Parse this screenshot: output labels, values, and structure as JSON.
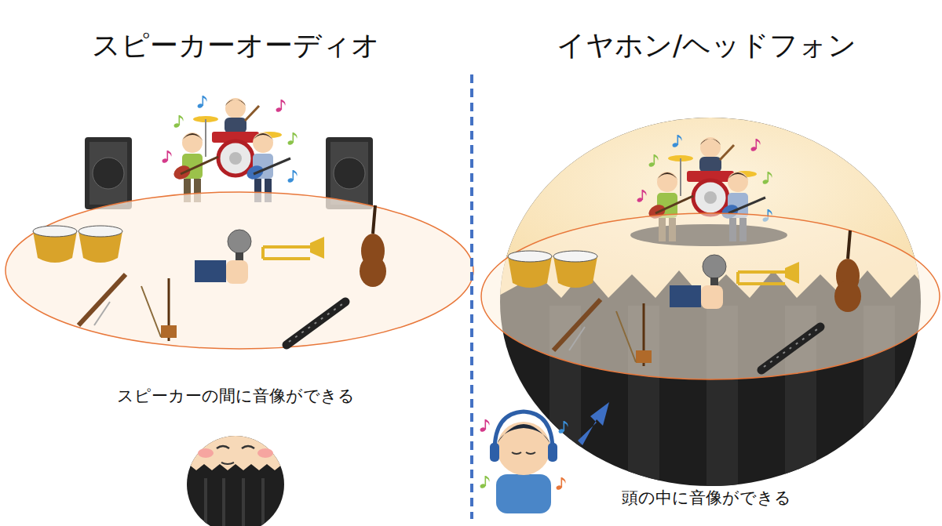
{
  "diagram": {
    "labels": [
      "スピーカーオーディオ",
      "イヤホン/ヘッドフォン",
      "スピーカーの間に音像ができる",
      "頭の中に音像ができる"
    ]
  }
}
